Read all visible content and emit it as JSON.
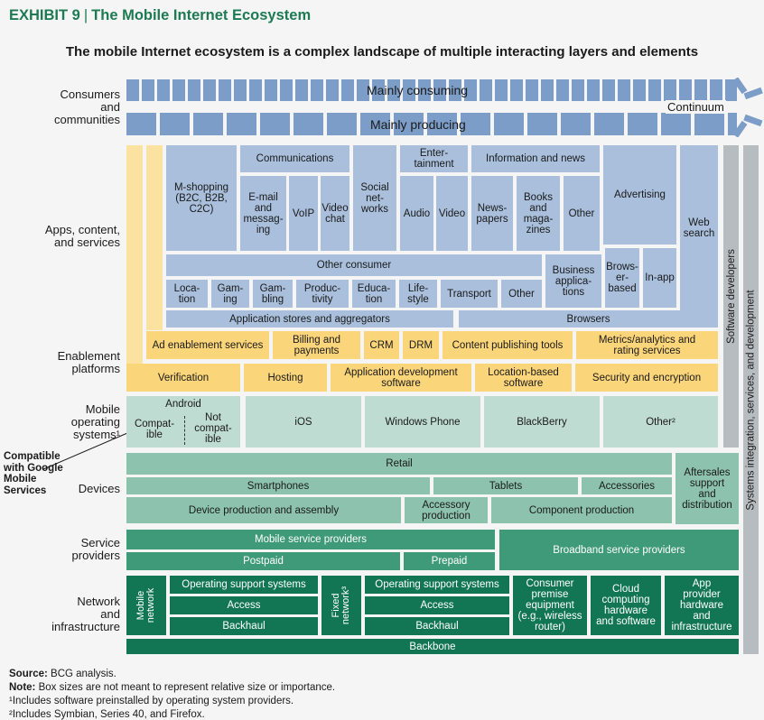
{
  "exhibit": {
    "label": "EXHIBIT 9",
    "title": "The Mobile Internet Ecosystem"
  },
  "headline": "The mobile Internet ecosystem is a complex landscape of multiple interacting layers and elements",
  "row_labels": {
    "consumers": "Consumers\nand\ncommunities",
    "apps": "Apps, content,\nand services",
    "enablement": "Enablement\nplatforms",
    "mobile_os": "Mobile\noperating\nsystems¹",
    "devices": "Devices",
    "service_providers": "Service\nproviders",
    "network": "Network\nand\ninfrastructure"
  },
  "callout": "Compatible\nwith Google\nMobile\nServices",
  "consumers": {
    "consuming": "Mainly consuming",
    "producing": "Mainly producing",
    "continuum": "Continuum"
  },
  "apps": {
    "mshopping": "M-shopping\n(B2C, B2B,\nC2C)",
    "communications": "Communications",
    "email": "E-mail\nand\nmessag-\ning",
    "voip": "VoIP",
    "video_chat": "Video\nchat",
    "social": "Social\nnet-\nworks",
    "entertainment": "Enter-\ntainment",
    "audio": "Audio",
    "video": "Video",
    "info_news": "Information and news",
    "newspapers": "News-\npapers",
    "books": "Books\nand\nmaga-\nzines",
    "other_info": "Other",
    "advertising": "Advertising",
    "web_search": "Web\nsearch",
    "other_consumer": "Other consumer",
    "location": "Loca-\ntion",
    "gaming": "Gam-\ning",
    "gambling": "Gam-\nbling",
    "productivity": "Produc-\ntivity",
    "education": "Educa-\ntion",
    "lifestyle": "Life-\nstyle",
    "transport": "Transport",
    "other_small": "Other",
    "business_apps": "Business\napplica-\ntions",
    "browser_based": "Brows-\ner-\nbased",
    "in_app": "In-app",
    "app_stores": "Application stores and aggregators",
    "browsers": "Browsers"
  },
  "enablement": {
    "ad_enablement": "Ad enablement services",
    "billing": "Billing and\npayments",
    "crm": "CRM",
    "drm": "DRM",
    "content_publishing": "Content publishing tools",
    "metrics": "Metrics/analytics and\nrating services",
    "verification": "Verification",
    "hosting": "Hosting",
    "app_dev": "Application development\nsoftware",
    "location_sw": "Location-based\nsoftware",
    "security": "Security and encryption"
  },
  "os": {
    "android": "Android",
    "compatible": "Compat-\nible",
    "not_compatible": "Not\ncompat-\nible",
    "ios": "iOS",
    "windows_phone": "Windows Phone",
    "blackberry": "BlackBerry",
    "other": "Other²"
  },
  "devices": {
    "retail": "Retail",
    "smartphones": "Smartphones",
    "tablets": "Tablets",
    "accessories": "Accessories",
    "aftersales": "Aftersales\nsupport\nand\ndistribution",
    "device_production": "Device production and assembly",
    "accessory_production": "Accessory\nproduction",
    "component_production": "Component production"
  },
  "service_providers": {
    "mobile_sp": "Mobile service providers",
    "postpaid": "Postpaid",
    "prepaid": "Prepaid",
    "broadband": "Broadband service providers"
  },
  "network": {
    "mobile_network": "Mobile\nnetwork",
    "fixed_network": "Fixed\nnetwork³",
    "oss": "Operating support systems",
    "access": "Access",
    "backhaul": "Backhaul",
    "cpe": "Consumer\npremise\nequipment\n(e.g., wireless\nrouter)",
    "cloud": "Cloud\ncomputing\nhardware\nand software",
    "app_provider": "App\nprovider\nhardware\nand\ninfrastructure",
    "backbone": "Backbone"
  },
  "side": {
    "software_developers": "Software developers",
    "systems_integration": "Systems integration, services, and development"
  },
  "footnotes": {
    "source_label": "Source:",
    "source": " BCG analysis.",
    "note_label": "Note:",
    "note": " Box sizes are not meant to represent relative size or importance.",
    "fn1": "¹Includes software preinstalled by operating system providers.",
    "fn2": "²Includes Symbian, Series 40, and Firefox."
  },
  "colors": {
    "title_green": "#1d7a52",
    "app_blue": "#a9bfdc",
    "consumer_blue": "#7b9dc8",
    "enablement_yellow": "#fbd57a",
    "os_green": "#bfdcd2",
    "device_green": "#8cc2ae",
    "sp_green": "#3f9a79",
    "network_green": "#127654",
    "side_gray": "#b7bcc0"
  }
}
